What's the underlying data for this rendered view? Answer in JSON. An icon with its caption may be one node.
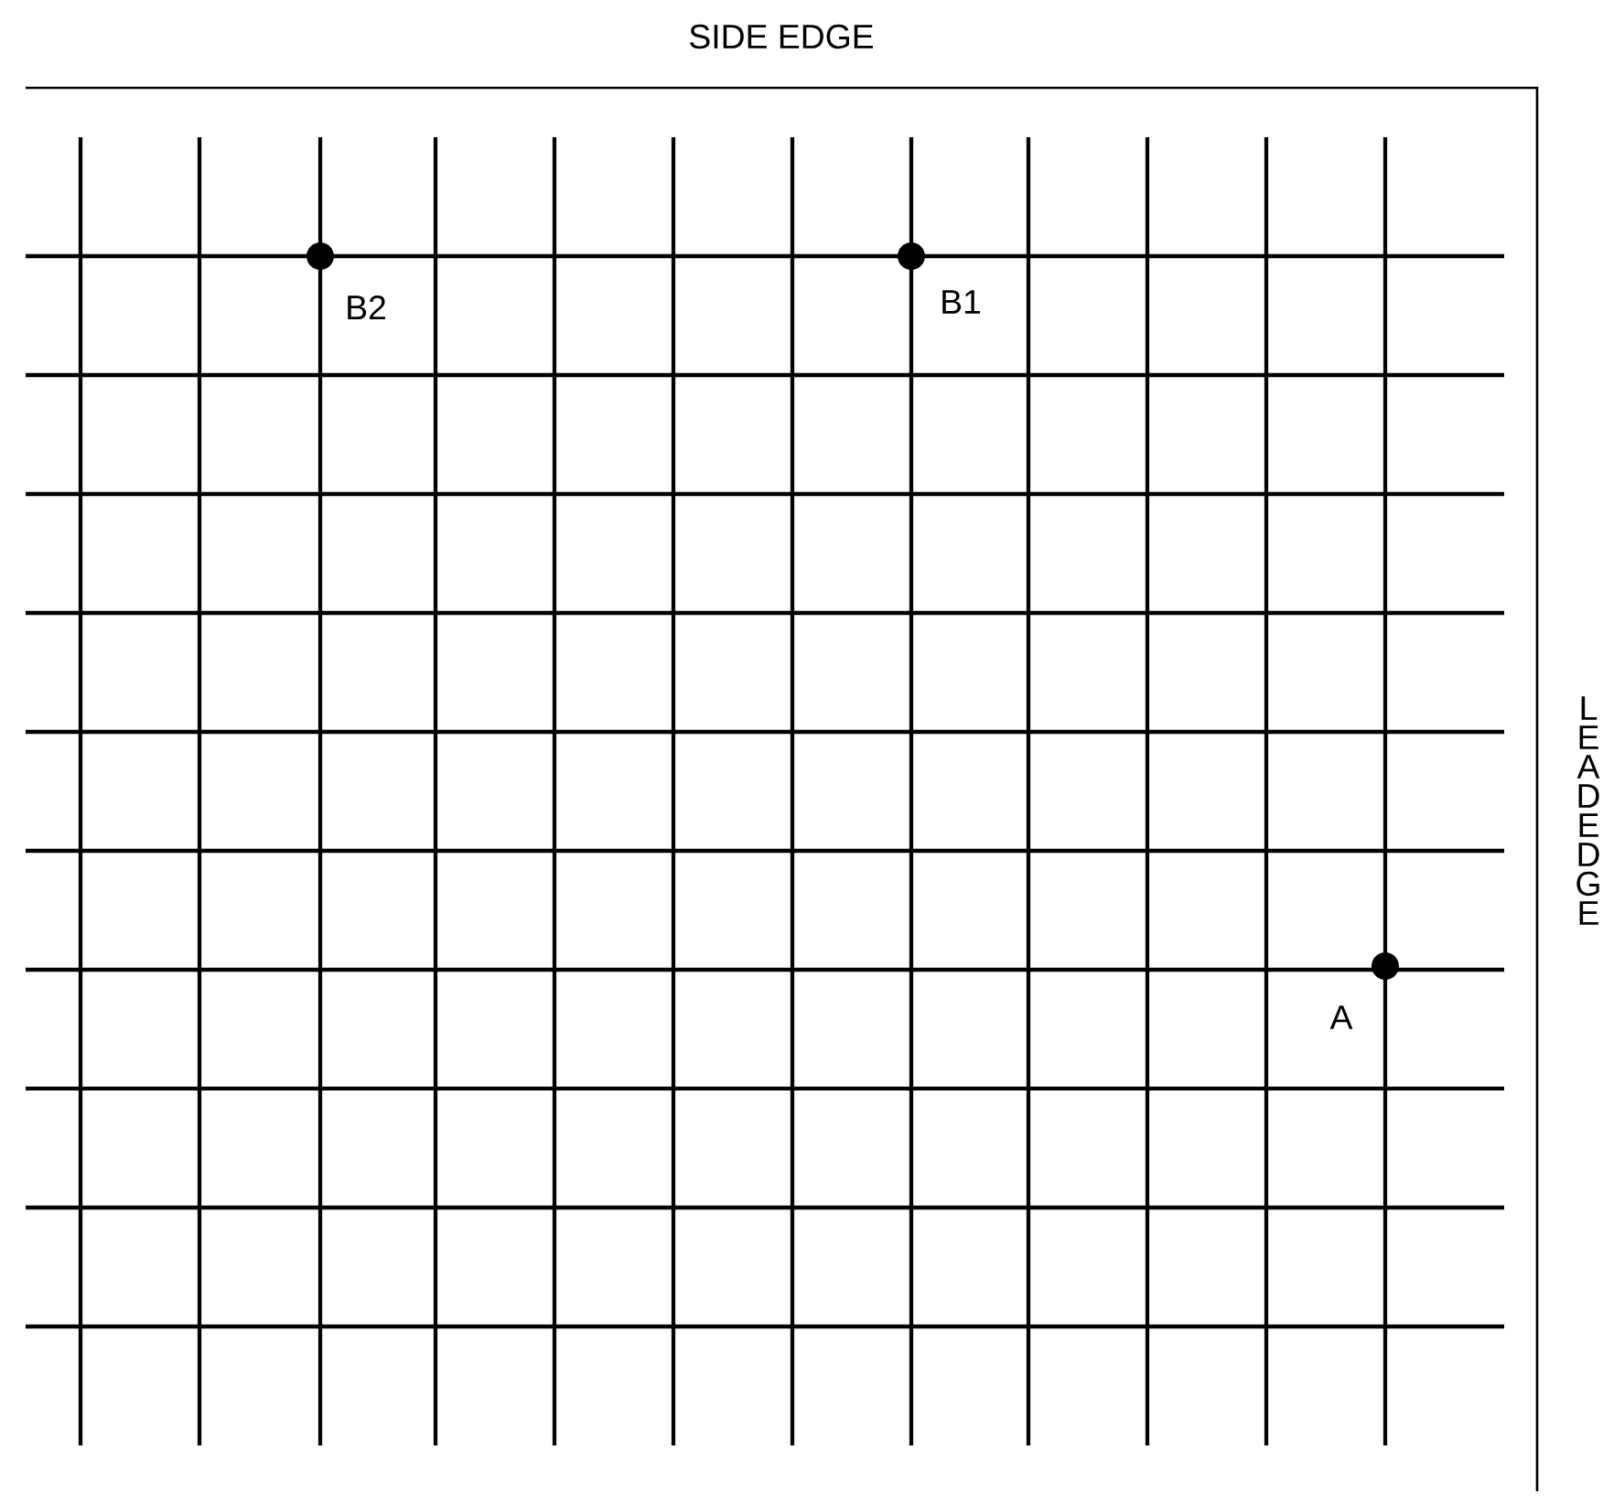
{
  "diagram": {
    "labels": [
      "SIDE EDGE",
      "B2",
      "B1",
      "LEAD EDGE",
      "A"
    ]
  }
}
